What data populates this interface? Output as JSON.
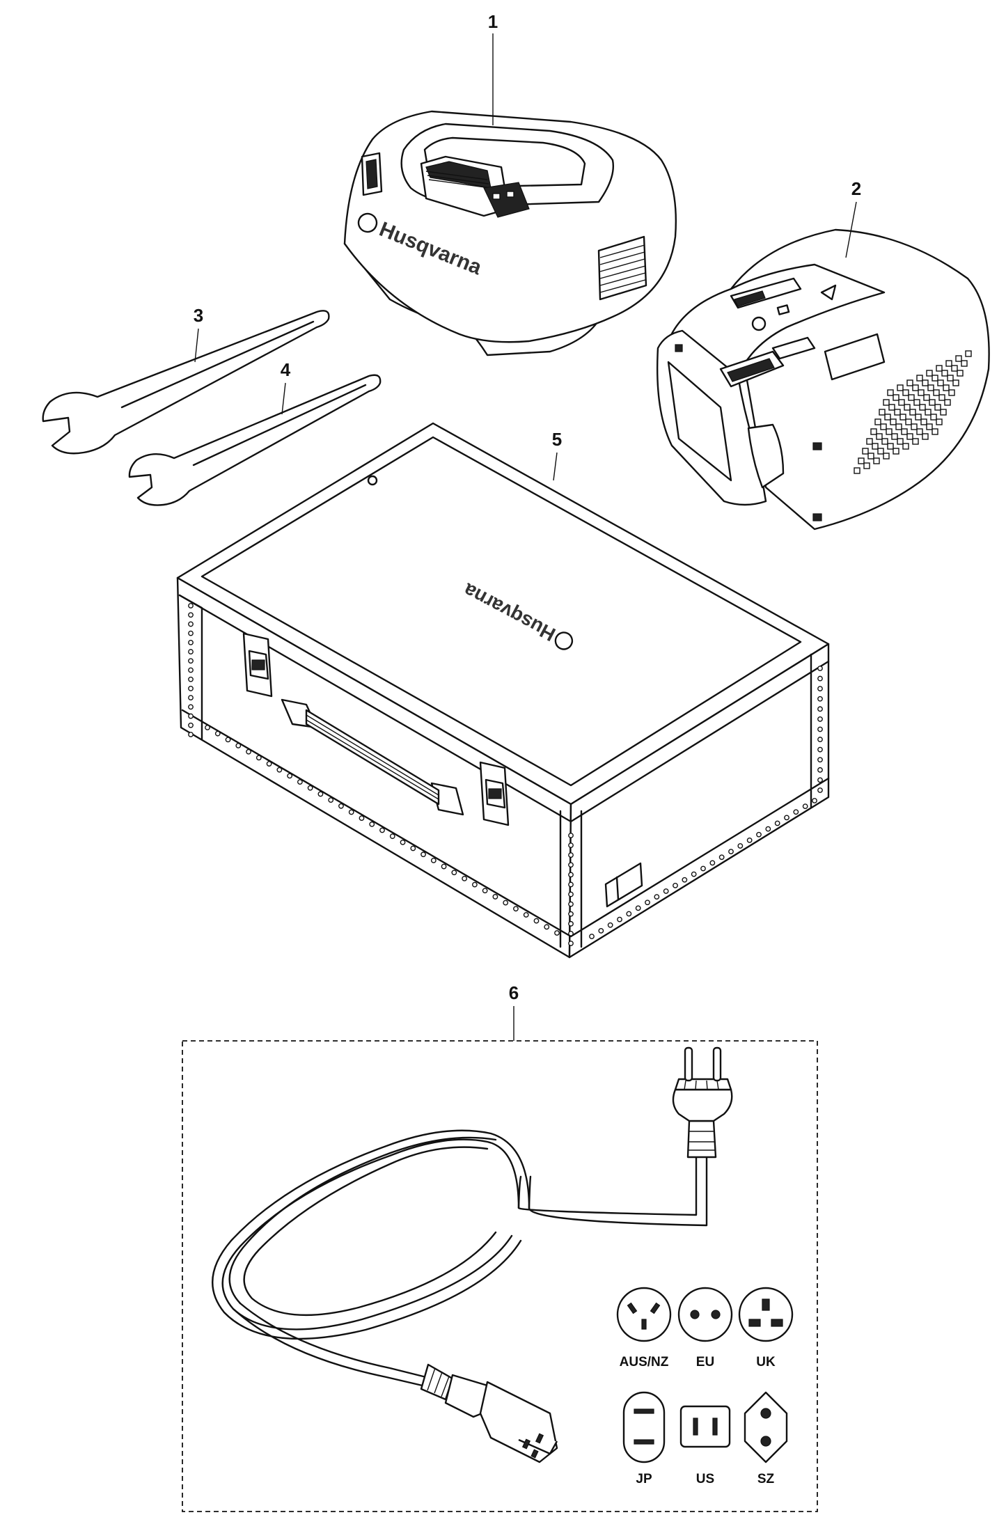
{
  "parts": [
    {
      "number": "1",
      "name": "charger"
    },
    {
      "number": "2",
      "name": "battery"
    },
    {
      "number": "3",
      "name": "wrench-large"
    },
    {
      "number": "4",
      "name": "wrench-small"
    },
    {
      "number": "5",
      "name": "transport-case"
    },
    {
      "number": "6",
      "name": "power-cord-kit"
    }
  ],
  "branding": {
    "charger_logo": "Husqvarna",
    "case_logo": "Husqvarna"
  },
  "plug_types": [
    {
      "label": "AUS/NZ"
    },
    {
      "label": "EU"
    },
    {
      "label": "UK"
    },
    {
      "label": "JP"
    },
    {
      "label": "US"
    },
    {
      "label": "SZ"
    }
  ],
  "colors": {
    "line": "#111111",
    "background": "#ffffff"
  }
}
